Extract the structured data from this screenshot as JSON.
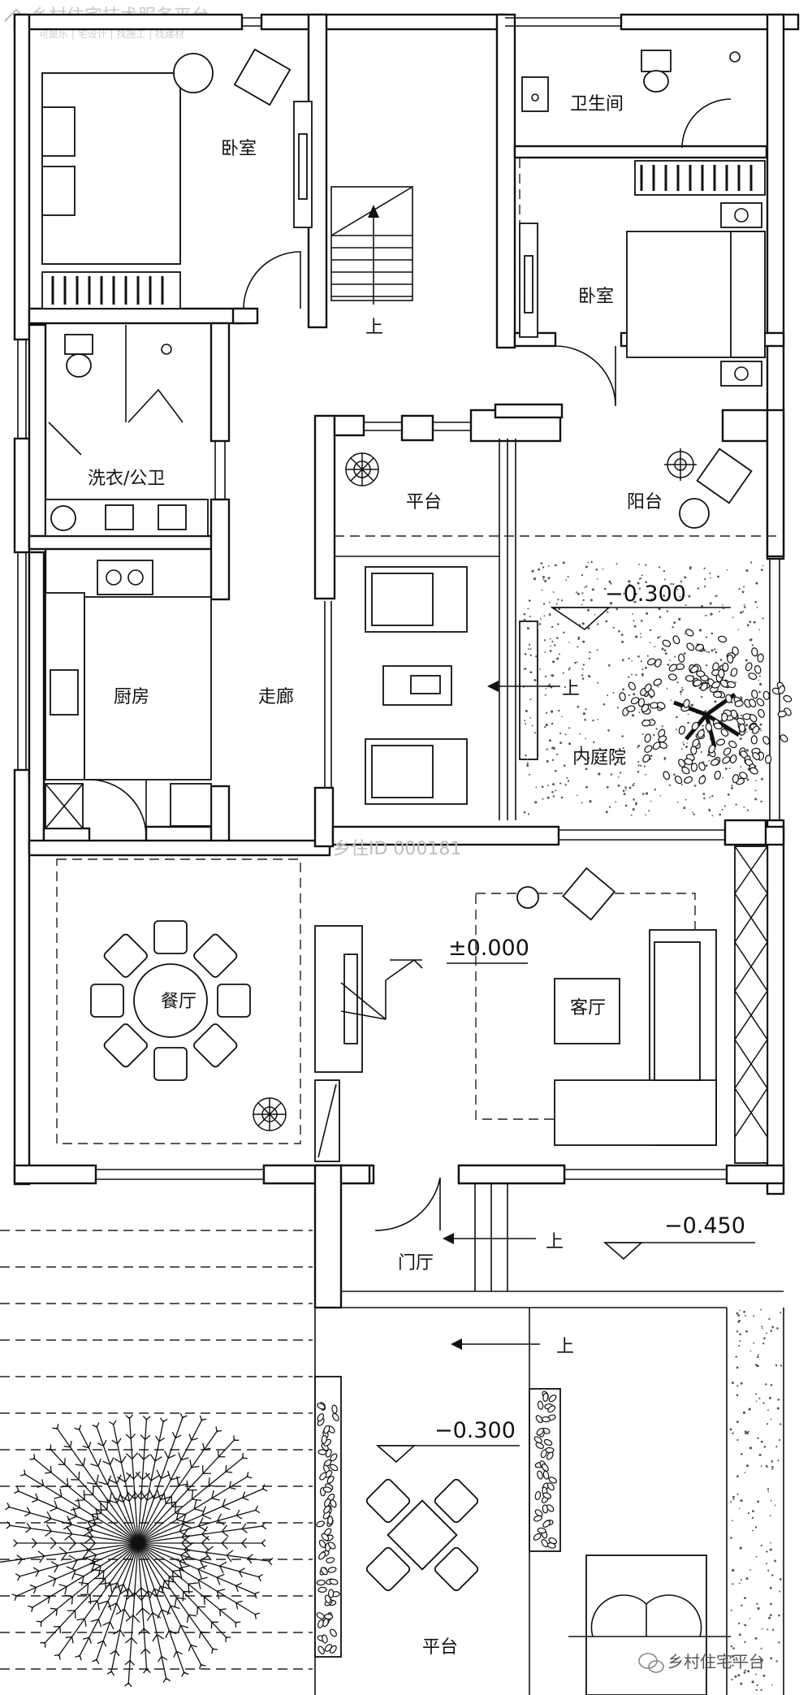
{
  "watermark": {
    "brand": "乡村住宅技术服务平台",
    "sub": "可是乐 | 宅设计 | 找施工 | 找建材",
    "id": "乡住ID 000181",
    "footer": "乡村住宅平台"
  },
  "rooms": {
    "bedroom_nw": "卧室",
    "bathroom": "卫生间",
    "bedroom_ne": "卧室",
    "laundry": "洗衣/公卫",
    "terrace_upper": "平台",
    "balcony": "阳台",
    "kitchen": "厨房",
    "corridor": "走廊",
    "courtyard": "内庭院",
    "dining": "餐厅",
    "living": "客厅",
    "foyer": "门厅",
    "terrace_lower": "平台"
  },
  "levels": {
    "courtyard": "−0.300",
    "living": "±0.000",
    "entry": "−0.450",
    "terrace": "−0.300"
  },
  "arrows": {
    "stair_up": "上",
    "courtyard_up": "上",
    "foyer_up": "上",
    "terrace_up": "上"
  },
  "icons": {
    "wechat": "wechat-icon",
    "logo": "house-logo-icon"
  }
}
